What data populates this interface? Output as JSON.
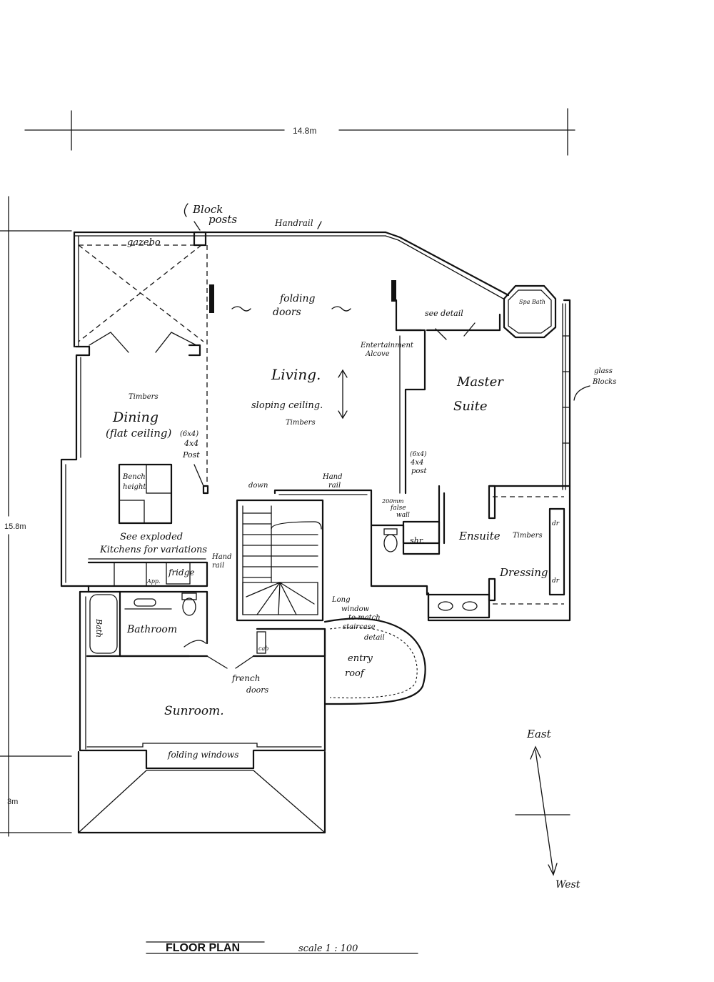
{
  "dimensions": {
    "width": "14.8m",
    "depth": "15.8m",
    "porch_depth": "3m"
  },
  "rooms": {
    "gazebo": "gazebo",
    "dining": "Dining",
    "dining_note": "(flat ceiling)",
    "living": "Living.",
    "living_note": "sloping ceiling.",
    "master_suite_1": "Master",
    "master_suite_2": "Suite",
    "ensuite": "Ensuite",
    "dressing": "Dressing",
    "bathroom": "Bathroom",
    "bath": "Bath",
    "sunroom": "Sunroom.",
    "spa_bath": "Spa Bath",
    "shower": "shr."
  },
  "notes": {
    "block_posts_1": "Block",
    "block_posts_2": "posts",
    "handrail_top": "Handrail",
    "folding_doors_1": "folding",
    "folding_doors_2": "doors",
    "see_detail": "see detail",
    "entertainment_1": "Entertainment",
    "entertainment_2": "Alcove",
    "glass_blocks_1": "glass",
    "glass_blocks_2": "Blocks",
    "timbers_dining": "Timbers",
    "timbers_living": "Timbers",
    "timbers_ensuite": "Timbers",
    "post_dining_1": "(6x4)",
    "post_dining_2": "4x4",
    "post_dining_3": "Post",
    "post_master_1": "(6x4)",
    "post_master_2": "4x4",
    "post_master_3": "post",
    "bench_height_1": "Bench",
    "bench_height_2": "height",
    "exploded_1": "See exploded",
    "exploded_2": "Kitchens for variations",
    "fridge": "fridge",
    "app": "App.",
    "down": "down",
    "handrail_stair_1": "Hand",
    "handrail_stair_2": "rail",
    "handrail_mid_1": "Hand",
    "handrail_mid_2": "rail",
    "false_wall_1": "200mm",
    "false_wall_2": "false",
    "false_wall_3": "wall",
    "long_window_1": "Long",
    "long_window_2": "window",
    "long_window_3": "to match",
    "long_window_4": "staircase",
    "long_window_5": "detail",
    "entry_roof_1": "entry",
    "entry_roof_2": "roof",
    "french_doors_1": "french",
    "french_doors_2": "doors",
    "folding_windows": "folding windows",
    "cab": "cab",
    "dr_1": "dr",
    "dr_2": "dr"
  },
  "compass": {
    "north_label": "East",
    "south_label": "West"
  },
  "footer": {
    "title": "FLOOR PLAN",
    "scale": "scale  1 : 100"
  }
}
